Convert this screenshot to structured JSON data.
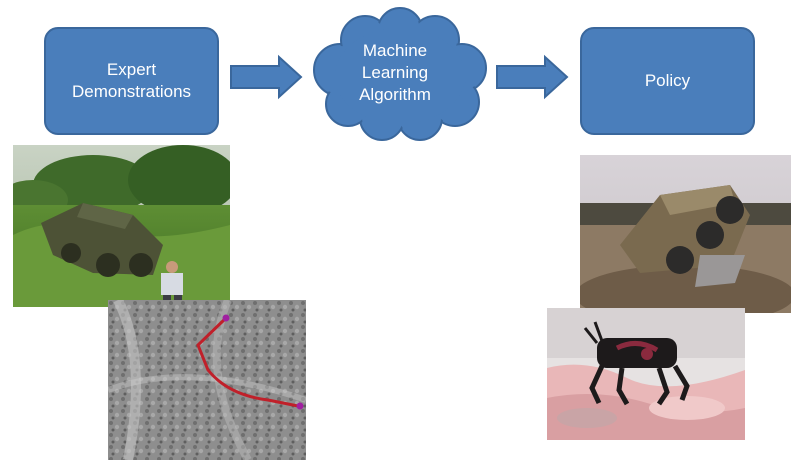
{
  "diagram": {
    "nodes": {
      "expert_demonstrations": "Expert\nDemonstrations",
      "machine_learning_algorithm": "Machine\nLearning\nAlgorithm",
      "policy": "Policy"
    },
    "edges": [
      {
        "from": "expert_demonstrations",
        "to": "machine_learning_algorithm"
      },
      {
        "from": "machine_learning_algorithm",
        "to": "policy"
      }
    ]
  },
  "colors": {
    "node_fill": "#4a7ebb",
    "node_border": "#3a679c",
    "node_text": "#ffffff",
    "path_line": "#c0202a",
    "path_endpoint": "#a020a0"
  },
  "images": [
    {
      "name": "military-vehicle-in-grass-photo"
    },
    {
      "name": "aerial-terrain-with-planned-path-photo"
    },
    {
      "name": "armored-robot-vehicle-on-dirt-photo"
    },
    {
      "name": "quadruped-robot-on-rocks-photo"
    }
  ]
}
